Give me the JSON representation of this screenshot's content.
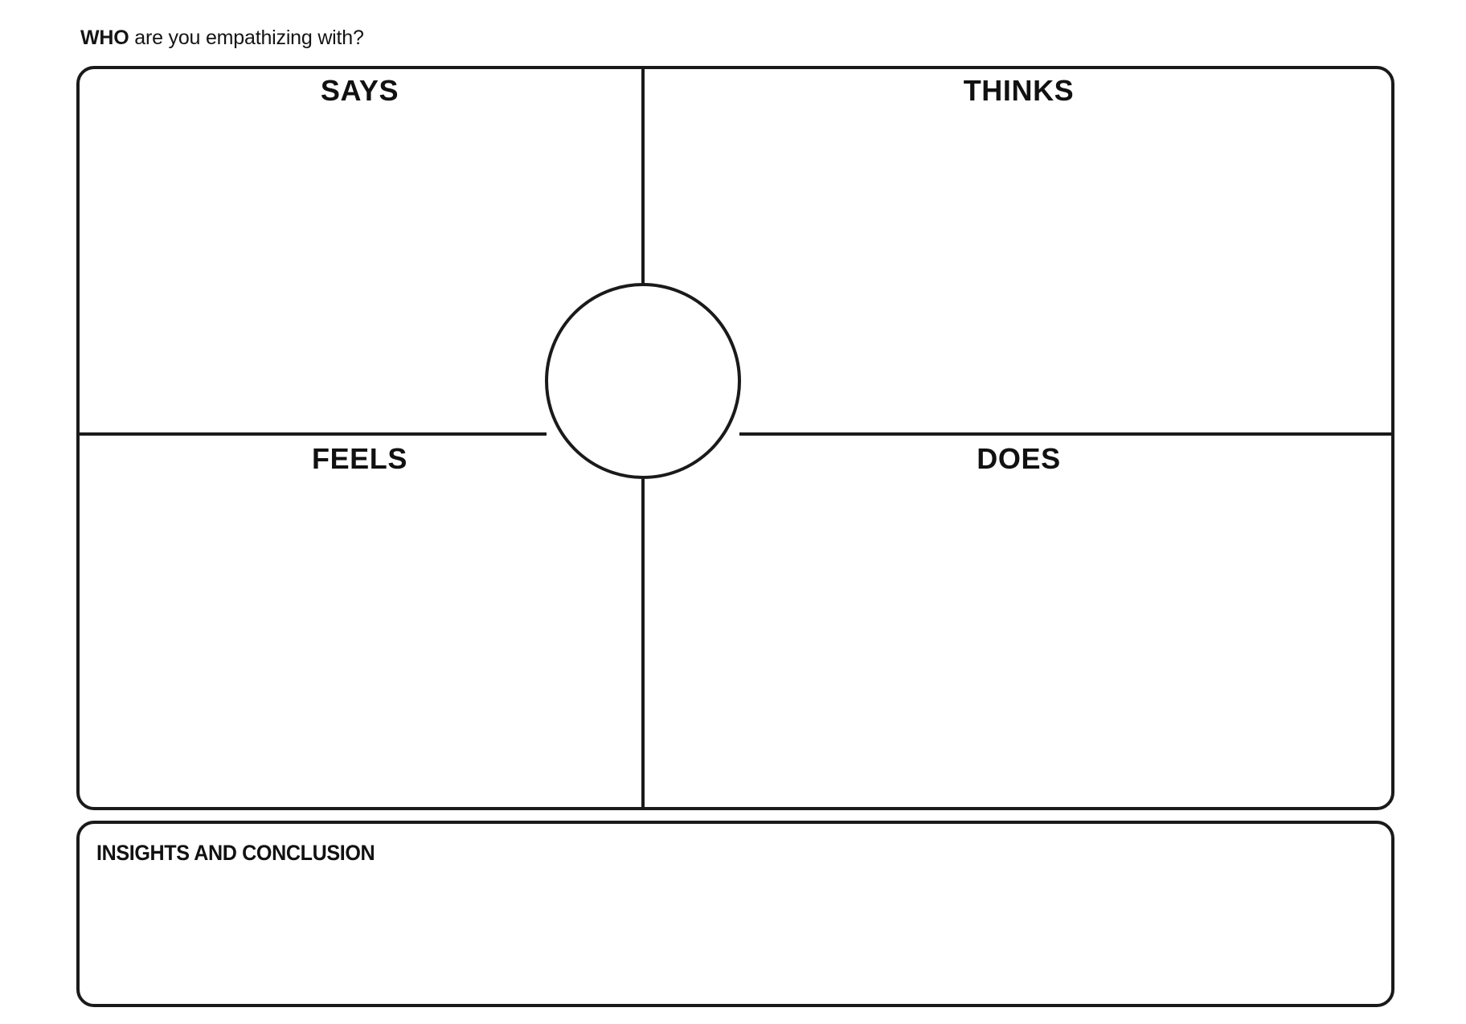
{
  "header": {
    "prompt_strong": "WHO",
    "prompt_rest": " are you empathizing with?"
  },
  "map": {
    "quadrants": [
      {
        "id": "says",
        "label": "SAYS"
      },
      {
        "id": "thinks",
        "label": "THINKS"
      },
      {
        "id": "feels",
        "label": "FEELS"
      },
      {
        "id": "does",
        "label": "DOES"
      }
    ],
    "center": {
      "label": "",
      "shape": "circle"
    }
  },
  "insights": {
    "label": "INSIGHTS AND CONCLUSION",
    "content": ""
  },
  "style": {
    "stroke": "#1a1a1a",
    "background": "#ffffff",
    "text": "#111111"
  }
}
